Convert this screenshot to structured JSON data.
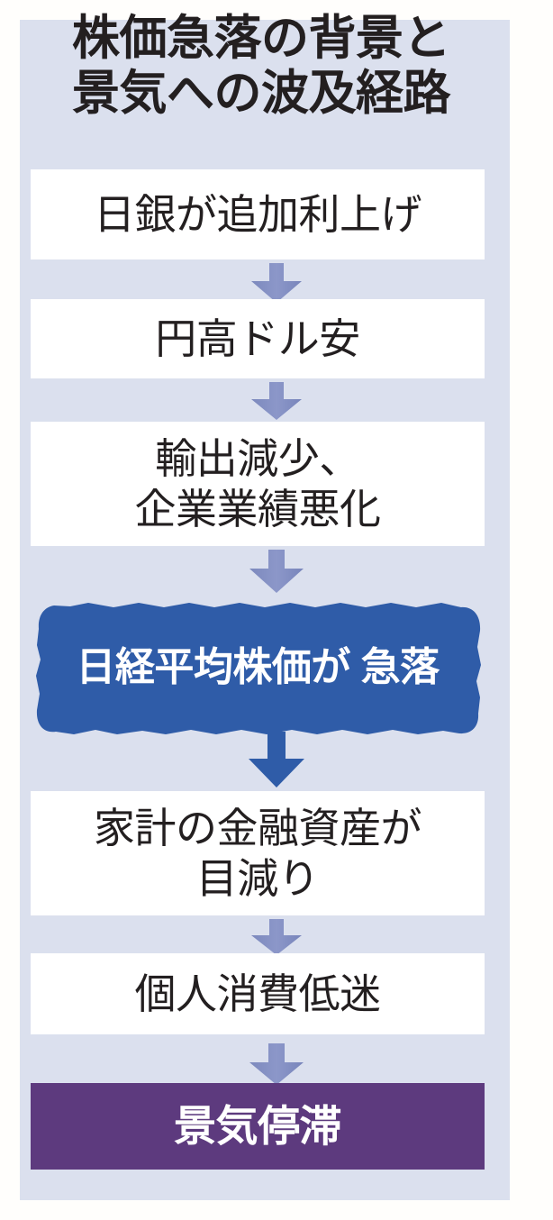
{
  "title": {
    "line1": "株価急落の背景と",
    "line2": "景気への波及経路"
  },
  "colors": {
    "panel_background": "#dbe0ee",
    "page_background": "#fffefc",
    "title_text": "#231f20",
    "box_white": "#ffffff",
    "box_blue": "#2f5ca8",
    "box_purple": "#5d3a7e",
    "arrow_lavender": "#8390c4",
    "arrow_blue": "#2f5ca8"
  },
  "flow": {
    "steps": [
      {
        "id": "step-1",
        "style": "white",
        "lines": [
          "日銀が追加利上げ"
        ]
      },
      {
        "id": "step-2",
        "style": "white",
        "lines": [
          "円高ドル安"
        ]
      },
      {
        "id": "step-3",
        "style": "white",
        "lines": [
          "輸出減少、",
          "企業業績悪化"
        ]
      },
      {
        "id": "step-4",
        "style": "blue-rough",
        "lines": [
          "日経平均株価が",
          "急落"
        ]
      },
      {
        "id": "step-5",
        "style": "white",
        "lines": [
          "家計の金融資産が",
          "目減り"
        ]
      },
      {
        "id": "step-6",
        "style": "white",
        "lines": [
          "個人消費低迷"
        ]
      },
      {
        "id": "step-7",
        "style": "purple",
        "lines": [
          "景気停滞"
        ]
      }
    ],
    "connectors": [
      {
        "id": "arrow-1",
        "from": "step-1",
        "to": "step-2",
        "color": "#8390c4",
        "icon": "down-arrow-icon"
      },
      {
        "id": "arrow-2",
        "from": "step-2",
        "to": "step-3",
        "color": "#8390c4",
        "icon": "down-arrow-icon"
      },
      {
        "id": "arrow-3",
        "from": "step-3",
        "to": "step-4",
        "color": "#8390c4",
        "icon": "down-arrow-icon"
      },
      {
        "id": "arrow-4",
        "from": "step-4",
        "to": "step-5",
        "color": "#2f5ca8",
        "icon": "down-arrow-icon"
      },
      {
        "id": "arrow-5",
        "from": "step-5",
        "to": "step-6",
        "color": "#8390c4",
        "icon": "down-arrow-icon"
      },
      {
        "id": "arrow-6",
        "from": "step-6",
        "to": "step-7",
        "color": "#8390c4",
        "icon": "down-arrow-icon"
      }
    ]
  }
}
